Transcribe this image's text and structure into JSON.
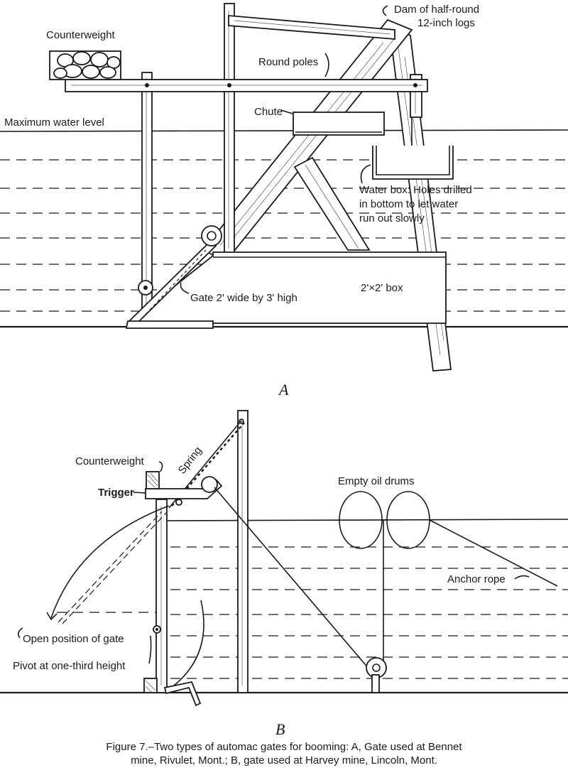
{
  "diagram_a": {
    "panel_label": "A",
    "labels": {
      "counterweight": "Counterweight",
      "dam_line1": "Dam of half-round",
      "dam_line2": "12-inch logs",
      "round_poles": "Round poles",
      "chute": "Chute",
      "max_water": "Maximum water level",
      "water_box_line1": "Water box: Holes drilled",
      "water_box_line2": "in bottom to let water",
      "water_box_line3": "run out slowly",
      "gate": "Gate 2' wide by 3' high",
      "box": "2'×2' box"
    }
  },
  "diagram_b": {
    "panel_label": "B",
    "labels": {
      "counterweight": "Counterweight",
      "spring": "Spring",
      "trigger": "Trigger",
      "oil_drums": "Empty oil drums",
      "anchor_rope": "Anchor rope",
      "open_position": "Open position of gate",
      "pivot": "Pivot at one-third height"
    }
  },
  "caption": {
    "line1": "Figure 7.–Two types of automac gates for booming: A, Gate used at Bennet",
    "line2": "mine, Rivulet, Mont.; B, gate used at Harvey mine, Lincoln, Mont."
  }
}
